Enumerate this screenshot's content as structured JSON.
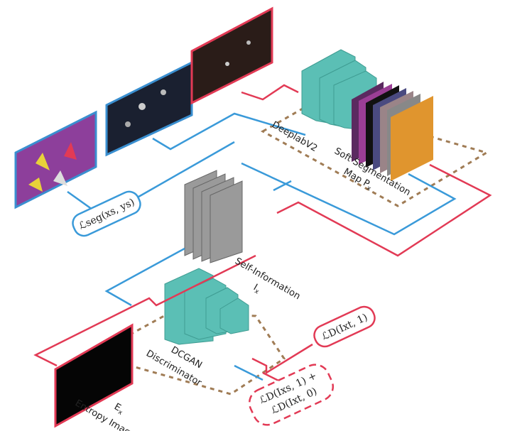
{
  "labels": {
    "deeplab": "DeeplabV2",
    "soft_seg_line1": "Soft Segmentation",
    "soft_seg_line2": "Map P",
    "soft_seg_sub": "x",
    "self_info_line1": "Self-Information",
    "self_info_line2": "I",
    "self_info_sub": "x",
    "dcgan_line1": "DCGAN",
    "dcgan_line2": "Discriminator",
    "entropy_line1": "Entropy Image",
    "entropy_line2": "E",
    "entropy_sub": "x"
  },
  "losses": {
    "seg": "ℒseg(xs, ys)",
    "d_target": "ℒD(Ixt, 1)",
    "d_combined_1": "ℒD(Ixs, 1) +",
    "d_combined_2": "ℒD(Ixt, 0)"
  },
  "colors": {
    "source_flow": "#3a9ad9",
    "target_flow": "#e23a55",
    "network": "#5bbfb5",
    "dashed_box": "#a07c55",
    "self_info": "#9a9a9a",
    "seg_map_front": "#e0952e"
  }
}
